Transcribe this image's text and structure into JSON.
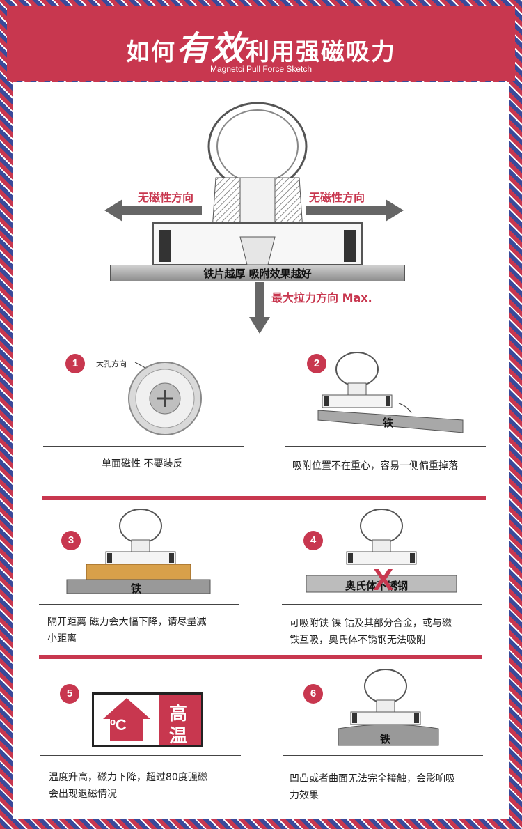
{
  "header": {
    "title_part1": "如何",
    "title_big": "有效",
    "title_part2": "利用强磁吸力",
    "subtitle": "Magnetci Pull Force Sketch"
  },
  "diagram": {
    "left_label": "无磁性方向",
    "right_label": "无磁性方向",
    "plate_label": "铁片越厚   吸附效果越好",
    "down_label": "最大拉力方向  Max."
  },
  "tips": [
    {
      "num": "1",
      "image_label": "大孔方向",
      "caption": "单面磁性 不要装反"
    },
    {
      "num": "2",
      "image_label": "铁",
      "caption": "吸附位置不在重心，容易一侧偏重掉落"
    },
    {
      "num": "3",
      "image_label": "铁",
      "caption_line1": "隔开距离 磁力会大幅下降，请尽量减",
      "caption_line2": "小距离"
    },
    {
      "num": "4",
      "image_label": "奥氏体不锈钢",
      "cross": "X",
      "caption_line1": "可吸附铁 镍  钴及其部分合金，或与磁",
      "caption_line2": "铁互吸，奥氏体不锈钢无法吸附"
    },
    {
      "num": "5",
      "temp_symbol": "ºC",
      "temp_char1": "高",
      "temp_char2": "温",
      "caption_line1": "温度升高，磁力下降，超过80度强磁",
      "caption_line2": "会出现退磁情况"
    },
    {
      "num": "6",
      "image_label": "铁",
      "caption_line1": "凹凸或者曲面无法完全接触，会影响吸",
      "caption_line2": "力效果"
    }
  ],
  "colors": {
    "accent": "#c8374f",
    "border_blue": "#3a4a9a",
    "arrow_gray": "#666666"
  }
}
